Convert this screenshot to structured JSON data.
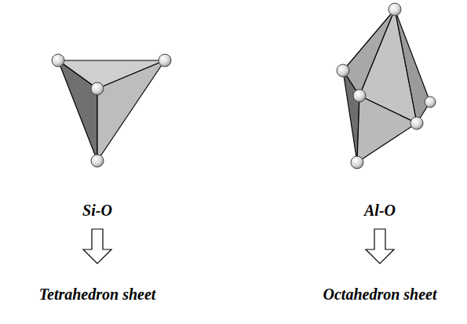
{
  "diagram": {
    "labels": [
      "Si-O",
      "Al-O",
      "Tetrahedron sheet",
      "Octahedron sheet"
    ]
  }
}
